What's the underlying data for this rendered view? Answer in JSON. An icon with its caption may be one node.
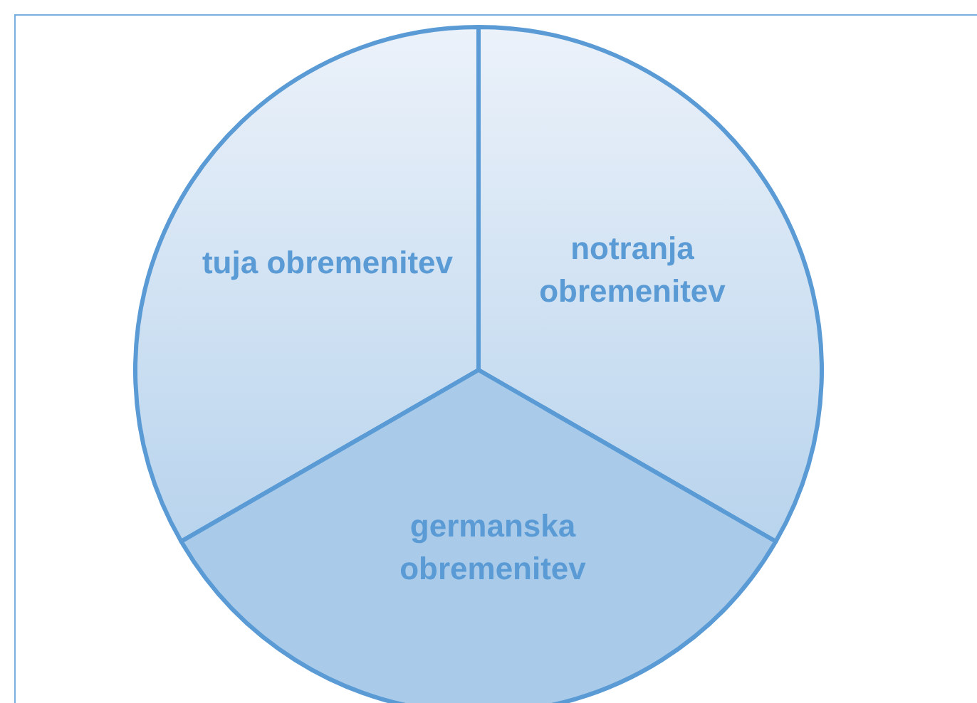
{
  "diagram": {
    "nodes": [
      {
        "text": [
          "tuja obremenitev"
        ]
      },
      {
        "text": [
          "notranja obremenitev"
        ]
      },
      {
        "text": [
          "germanska obremenitev"
        ]
      }
    ]
  }
}
